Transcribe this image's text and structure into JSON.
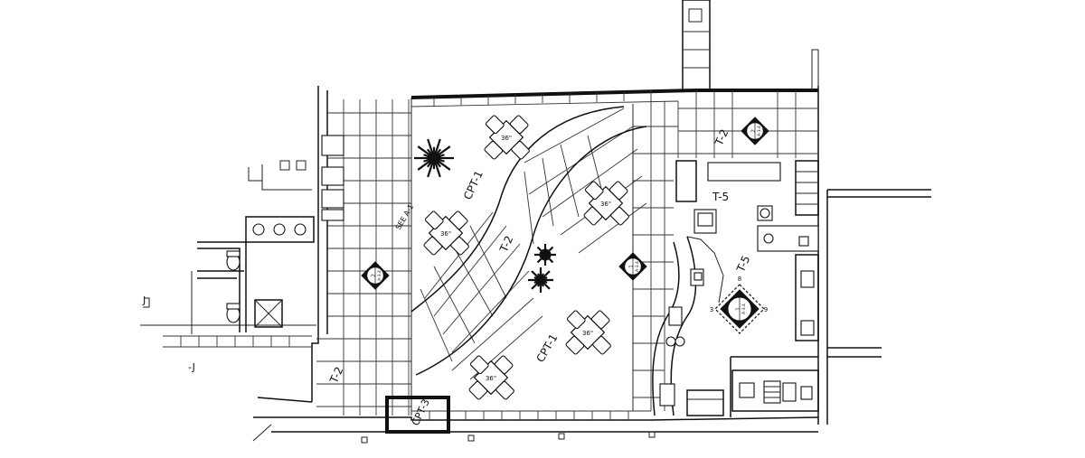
{
  "tables": [
    {
      "label": "36\""
    },
    {
      "label": "36\""
    },
    {
      "label": "36\""
    },
    {
      "label": "36\""
    },
    {
      "label": "36\""
    }
  ],
  "finish_tags": {
    "cpt_1_upper": "CPT-1",
    "cpt_1_lower": "CPT-1",
    "t_2_center": "T-2",
    "t_2_upper_right": "T-2",
    "t_2_lower_left": "T-2",
    "t_5_upper": "T-5",
    "t_5_lower": "T-5",
    "cpt_3_entry": "CPT-3"
  },
  "elevation_markers": [
    {
      "number": "2",
      "sheet": "A-3.4",
      "size": "small"
    },
    {
      "number": "1",
      "sheet": "A-3.4",
      "size": "small"
    },
    {
      "number": "2",
      "sheet": "A-3.4",
      "size": "small"
    },
    {
      "number": "1",
      "sheet": "A-3.4",
      "size": "large",
      "sides": [
        "8",
        "3",
        "9"
      ]
    }
  ],
  "wall_note": "SEE A-1",
  "edge_marks": [
    "J",
    "-J"
  ],
  "colors": {
    "line": "#111111",
    "background": "#ffffff"
  }
}
